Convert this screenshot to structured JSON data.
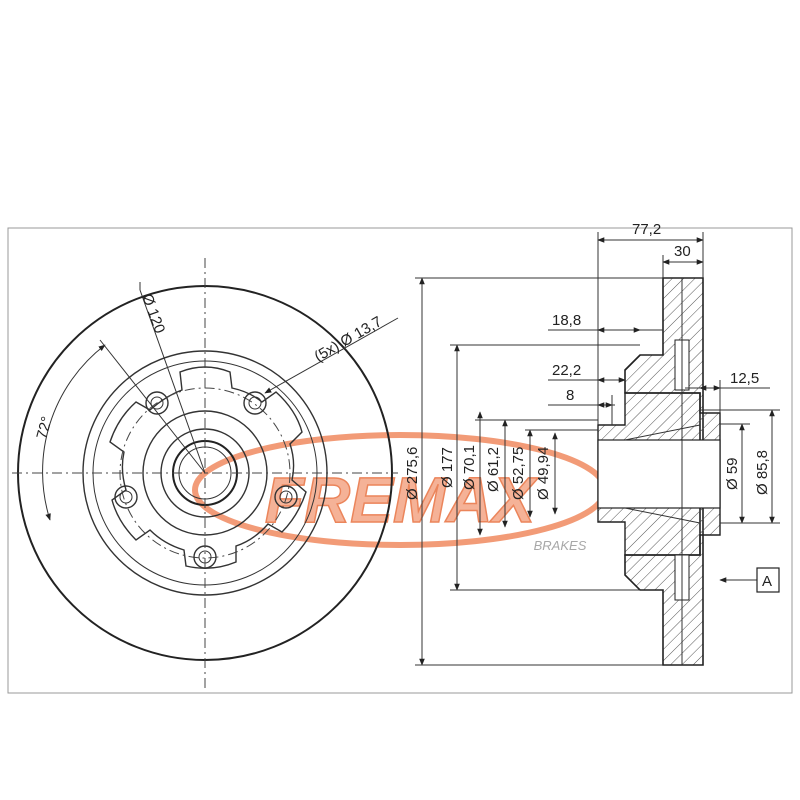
{
  "logo": {
    "brand": "FREMAX",
    "tagline": "BRAKES",
    "color": "#f08a60"
  },
  "front_view": {
    "bolt_circle": "Ø 120",
    "bolt_holes": "(5x) Ø 13,7",
    "angle": "72°"
  },
  "section_view": {
    "outer_diameter": "Ø 275,6",
    "d177": "Ø 177",
    "d70_1": "Ø 70,1",
    "d61_2": "Ø 61,2",
    "d52_75": "Ø 52,75",
    "d49_94": "Ø 49,94",
    "d59": "Ø 59",
    "d85_8": "Ø 85,8",
    "total_height": "77,2",
    "disc_thickness": "30",
    "h18_8": "18,8",
    "h22_2": "22,2",
    "h8": "8",
    "h12_5": "12,5",
    "datum": "A"
  }
}
